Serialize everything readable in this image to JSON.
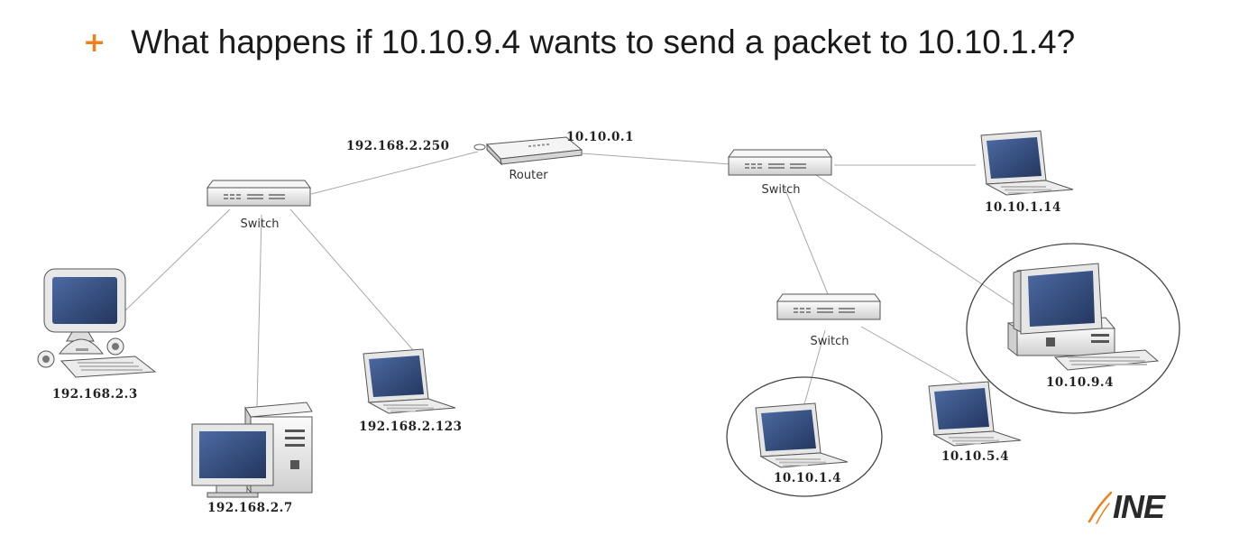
{
  "slide": {
    "bullet": "+",
    "title": "What happens if 10.10.9.4 wants to send a packet to 10.10.1.4?"
  },
  "colors": {
    "accent": "#f0801a",
    "screen": "#2f4a7c",
    "device_body": "#e4e4e4",
    "link": "#a8a8a8"
  },
  "devices": {
    "router": {
      "type": "Router",
      "ip_left": "192.168.2.250",
      "ip_right": "10.10.0.1"
    },
    "switch_left": {
      "type": "Switch"
    },
    "switch_right_top": {
      "type": "Switch"
    },
    "switch_right_mid": {
      "type": "Switch"
    },
    "imac": {
      "ip": "192.168.2.3"
    },
    "tower_left": {
      "ip": "192.168.2.7"
    },
    "laptop_left": {
      "ip": "192.168.2.123"
    },
    "laptop_top_right": {
      "ip": "10.10.1.14"
    },
    "desktop_target": {
      "ip": "10.10.9.4",
      "highlighted": true
    },
    "laptop_dest": {
      "ip": "10.10.1.4",
      "highlighted": true
    },
    "laptop_mid": {
      "ip": "10.10.5.4"
    }
  },
  "logo": {
    "text": "INE"
  }
}
